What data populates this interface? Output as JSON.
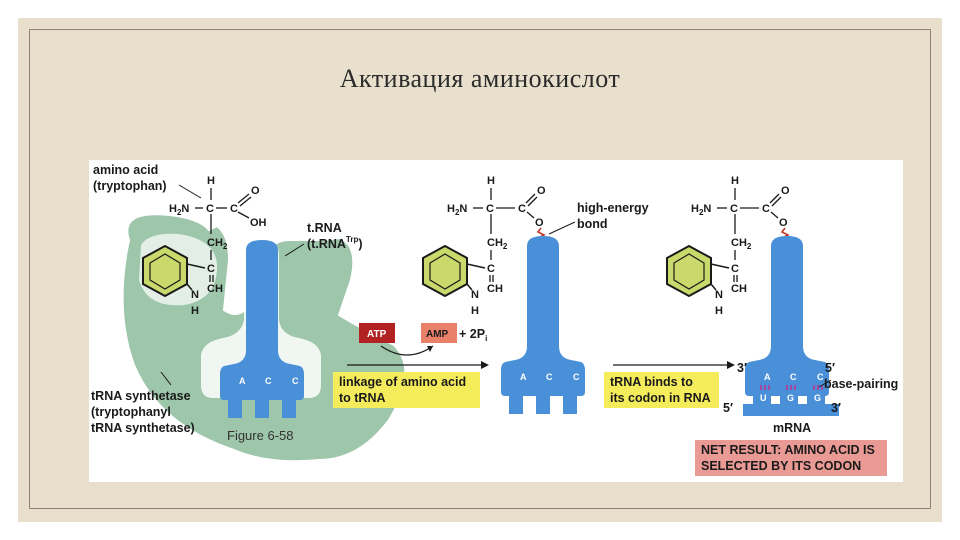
{
  "slide": {
    "title": "Активация аминокислот"
  },
  "figure": {
    "amino_acid_label": [
      "amino acid",
      "(tryptophan)"
    ],
    "trna_label": [
      "t.RNA",
      "(t.RNA",
      "Trp",
      ")"
    ],
    "synthetase_label": [
      "tRNA synthetase",
      "(tryptophanyl",
      "tRNA synthetase)"
    ],
    "figure_number": "Figure 6-58",
    "atp": "ATP",
    "amp": "AMP",
    "amp_plus": "+ 2P",
    "amp_sub": "i",
    "linkage_label": [
      "linkage of amino acid",
      "to tRNA"
    ],
    "high_energy_label": [
      "high-energy",
      "bond"
    ],
    "binds_label": [
      "tRNA binds to",
      "its codon in RNA"
    ],
    "anticodon": [
      "A",
      "C",
      "C"
    ],
    "codon": [
      "U",
      "G",
      "G"
    ],
    "three_prime": "3′",
    "five_prime": "5′",
    "base_pairing": "base-pairing",
    "mrna": "mRNA",
    "net_result": [
      "NET RESULT: AMINO ACID  IS",
      "SELECTED BY ITS CODON"
    ],
    "chem": {
      "H": "H",
      "H2N": "H2N",
      "C": "C",
      "O": "O",
      "OH": "OH",
      "CH2": "CH2",
      "CH": "CH",
      "N": "N"
    }
  },
  "colors": {
    "synthetase": "#9dc6aa",
    "trna": "#4a90d9",
    "ring": "#c9d96b",
    "label_box": "#f5ec5c",
    "atp": "#b22222",
    "amp": "#e8806a",
    "net_box": "#ea9a94",
    "bond": "#c0392b"
  }
}
